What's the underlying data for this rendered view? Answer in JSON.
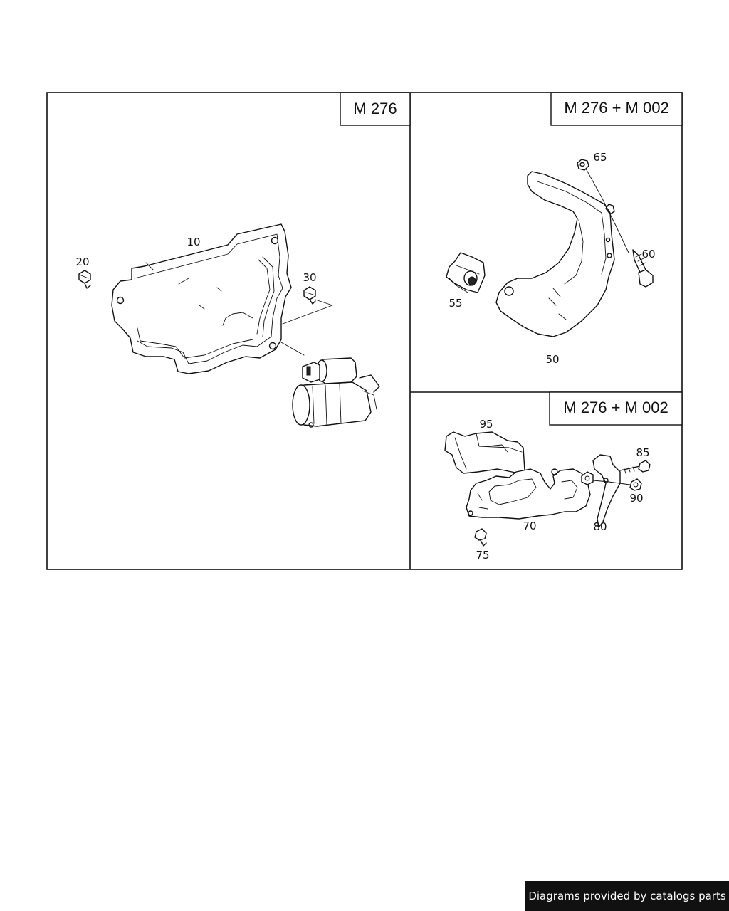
{
  "panels": {
    "left": {
      "title": "M 276"
    },
    "top_right": {
      "title": "M 276 + M 002"
    },
    "bottom_right": {
      "title": "M 276 + M 002"
    }
  },
  "labels": {
    "p10": "10",
    "p20": "20",
    "p30": "30",
    "p50": "50",
    "p55": "55",
    "p60": "60",
    "p65": "65",
    "p70": "70",
    "p75": "75",
    "p80": "80",
    "p85": "85",
    "p90": "90",
    "p95": "95"
  },
  "footer": {
    "text": "Diagrams provided by catalogs parts"
  }
}
